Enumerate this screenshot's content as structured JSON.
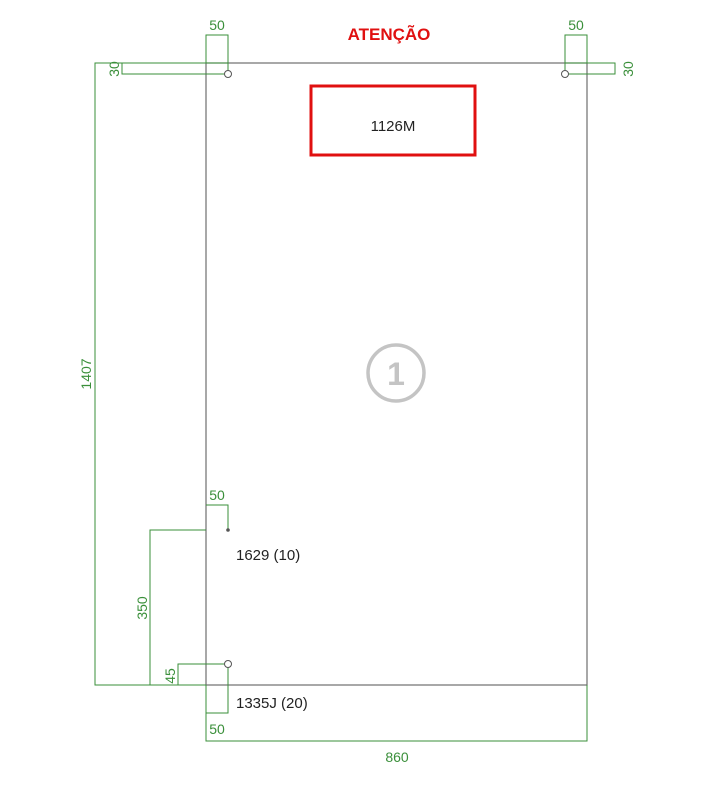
{
  "diagram": {
    "warning_title": "ATENÇÃO",
    "warning_code": "1126M",
    "part_number": "1",
    "dimensions": {
      "top_left_offset": "50",
      "top_right_offset": "50",
      "top_left_depth": "30",
      "top_right_depth": "30",
      "height": "1407",
      "mid_hole_offset": "50",
      "bottom_spacing": "350",
      "bottom_depth": "45",
      "bottom_hole_offset": "50",
      "width": "860"
    },
    "hole_labels": {
      "mid_hole": "1629 (10)",
      "bottom_hole": "1335J (20)"
    },
    "colors": {
      "dimension": "#3a8f3a",
      "panel": "#6e6e6e",
      "warning": "#e01010",
      "part_marker": "#c4c4c4"
    }
  }
}
